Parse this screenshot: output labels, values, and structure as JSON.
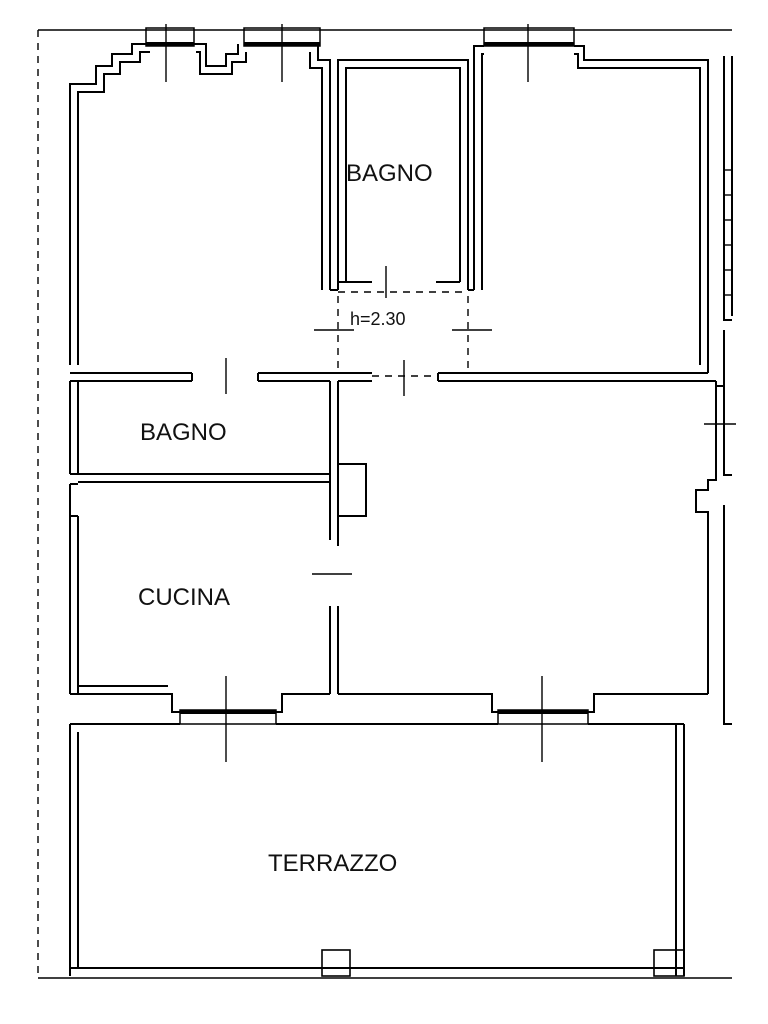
{
  "floor_plan": {
    "rooms": {
      "bagno_top": "BAGNO",
      "bagno_left": "BAGNO",
      "cucina": "CUCINA",
      "terrazzo": "TERRAZZO"
    },
    "ceiling_height_note": "h=2.30"
  }
}
